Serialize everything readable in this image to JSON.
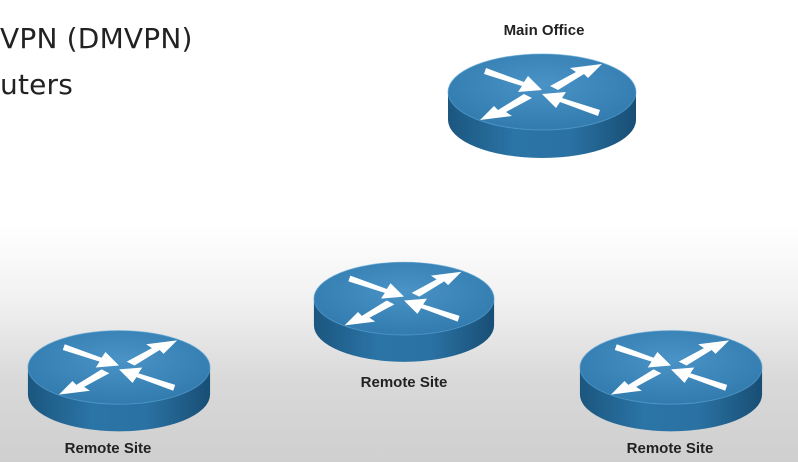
{
  "slide": {
    "title_line1": "VPN (DMVPN)",
    "title_line2": "uters"
  },
  "routers": [
    {
      "label": "Main Office",
      "icon": "router-icon"
    },
    {
      "label": "Remote Site",
      "icon": "router-icon"
    },
    {
      "label": "Remote Site",
      "icon": "router-icon"
    },
    {
      "label": "Remote Site",
      "icon": "router-icon"
    }
  ],
  "colors": {
    "router_top": "#3d84b8",
    "router_side": "#1f5f8f",
    "router_arrows": "#ffffff"
  }
}
